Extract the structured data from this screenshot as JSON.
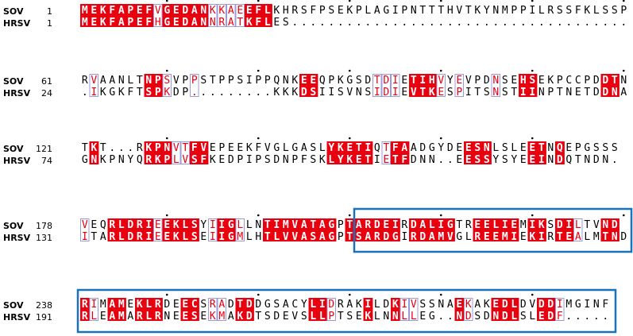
{
  "figure": {
    "title": "",
    "colors": {
      "identical_bg": "#e8000f",
      "identical_text": "#ffffff",
      "similar_text": "#e8000f",
      "similar_box": "#9b9bdc",
      "plain_text": "#000000",
      "highlight_box": "#1a73b8",
      "tick_dot": "#000000"
    },
    "blocks": [
      {
        "rows": [
          {
            "name": "SOV",
            "start": "1",
            "seq": "MEKFAPEFVGEDANKKAEEFLKHRSFPSEKPLAGIPNTTTHVTKYNMPPILRSSFKLSSP"
          },
          {
            "name": "HRSV",
            "start": "1",
            "seq": "MEKFAPEFHGEDANNRATKFLES....................................."
          }
        ],
        "identical": "1111111101111100001110000000000000000000000000000000000000000",
        "similar": "0000000010000011110000000000000000000000000000000000000000000"
      },
      {
        "rows": [
          {
            "name": "SOV",
            "start": "61",
            "seq": "RVAANLTNPSVPPSTPPSIPPQNKEEQPKGSDTDIETIHVYEVPDNSEHSEKPCCPDDTN"
          },
          {
            "name": "HRSV",
            "start": "24",
            "seq": ".IKGKFTSPKDP.........KKKDSIISVNSIDIEVTKESPITSNSTIINPTNETDDNA"
          }
        ],
        "identical": "000000011000000000000000110000000000111000000000110000000110",
        "similar": "010000000100100000000000000000001110000101000100000000000000"
      },
      {
        "rows": [
          {
            "name": "SOV",
            "start": "121",
            "seq": "TKT...RKPNVTFVEPEEKFVGLGASLYKETIQTFAADGYDEESNLSLEETNQEPGSSS"
          },
          {
            "name": "HRSV",
            "start": "74",
            "seq": "GNKPNYQRKPLVSFKEDPIPSDNPFSKLYKETIETFDNN..EESSYSYEEINDQTNDN."
          }
        ],
        "identical": "0100000111001100000000000001111100110000001110000110100000",
        "similar": "0000000000110000000000000000000001000000000000000000000000"
      },
      {
        "rows": [
          {
            "name": "SOV",
            "start": "178",
            "seq": "VEQRLDRIEEKLSYIIGLLNTIMVATAGPTARDEIRDALIGTREELIEMIKSDILTVND"
          },
          {
            "name": "HRSV",
            "start": "131",
            "seq": "ITARLDRIEEKLSEIIGMLHTLVVASAGPTSARDGIRDAMVGLREEMIEKIRTEALMTND"
          }
        ],
        "identical": "00011111011110011000111111110111111011111001111101101100011",
        "similar": "10000000100000100100000000000000000000000000000000000110000"
      },
      {
        "rows": [
          {
            "name": "SOV",
            "start": "238",
            "seq": "RIMAMEKLRDEECSRADTDDGSACYLIDRAKILDKIVSSNAEKAKEDLDVDDIMGINF"
          },
          {
            "name": "HRSV",
            "start": "191",
            "seq": "RLEAMARLRNEESEKMAKDTSDEVSLLPTSEKLNNLLEG..NDSDNDLSLEDF....."
          }
        ],
        "identical": "10011011100110000110000001100001001000000100011100110000",
        "similar": "01000000000000110010000000010000000110000010000000001000"
      }
    ]
  }
}
